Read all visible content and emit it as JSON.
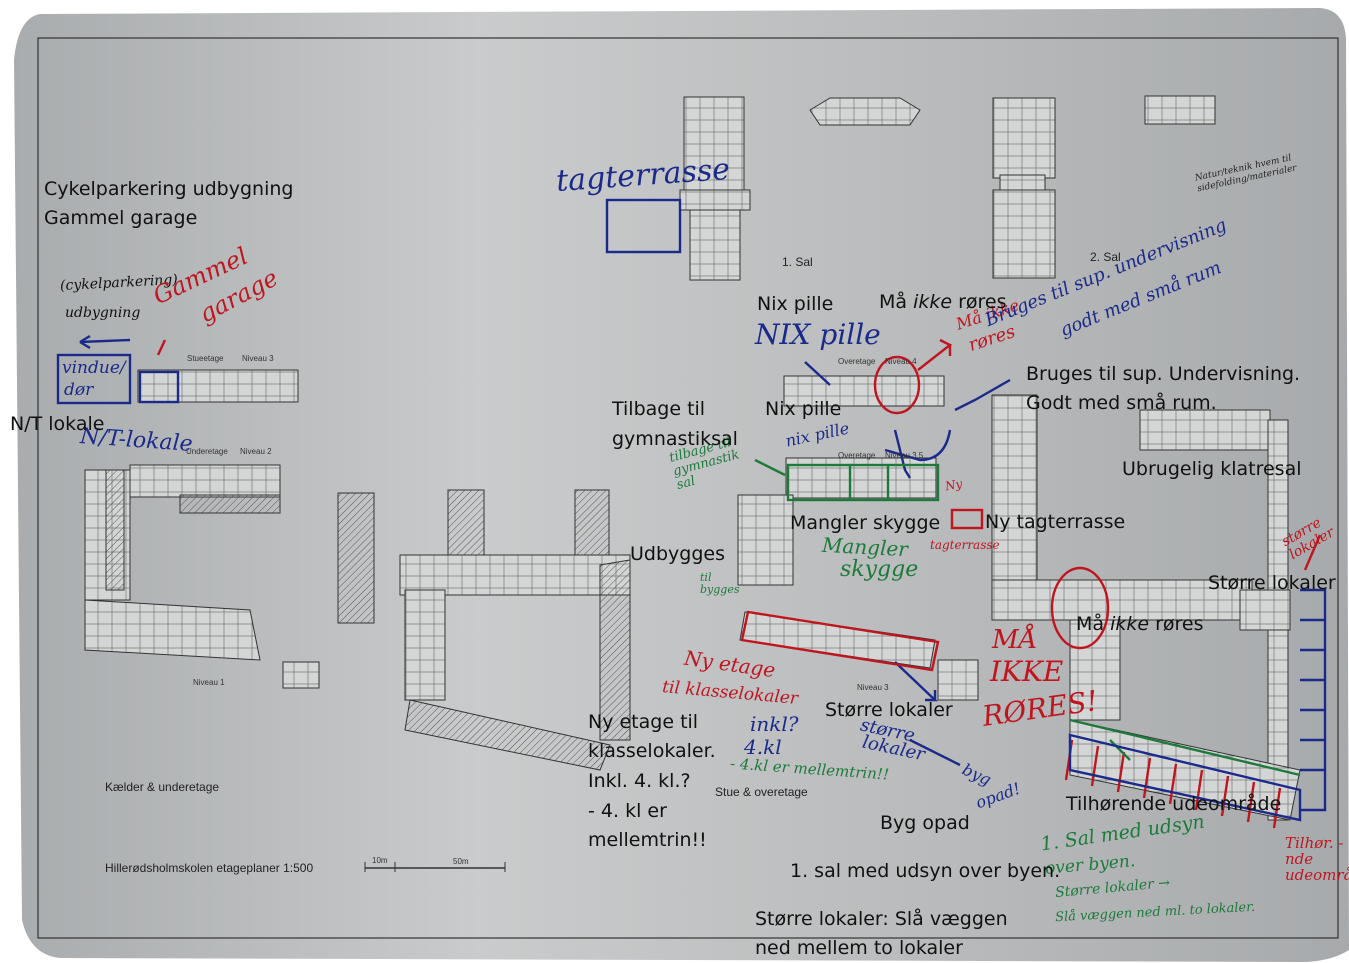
{
  "colors": {
    "paper": "#b9bcbd",
    "ink_blue": "#1a2a8a",
    "ink_red": "#c0151f",
    "ink_green": "#1c7a3a"
  },
  "plan": {
    "title_footer": "Hillerødsholmskolen etageplaner 1:500",
    "scale_10": "10m",
    "scale_50": "50m",
    "kaelder_label": "Kælder & underetage",
    "stue_label": "Stue & overetage",
    "sal1": "1. Sal",
    "sal2": "2. Sal",
    "stueetage": "Stueetage",
    "niveau3a": "Niveau 3",
    "underetage": "Underetage",
    "niveau2": "Niveau 2",
    "niveau1": "Niveau 1",
    "overetage": "Overetage",
    "niveau4": "Niveau 4",
    "overetage_b": "Overetage",
    "niveau35": "Niveau 3.5",
    "niveau3b": "Niveau 3"
  },
  "typed": {
    "cykel1": "Cykelparkering udbygning",
    "cykel2": "Gammel garage",
    "nt": "N/T lokale",
    "nix1": "Nix pille",
    "maa1_pre": "Må ",
    "maa1_em": "ikke",
    "maa1_post": " røres",
    "bruges1": "Bruges til sup. Undervisning.",
    "bruges2": "Godt med små rum.",
    "tilbage1": "Tilbage til",
    "tilbage2": "gymnastiksal",
    "nix2": "Nix pille",
    "ubrugelig": "Ubrugelig klatresal",
    "mangler": "Mangler skygge",
    "nytag": "Ny tagterrasse",
    "udbygges": "Udbygges",
    "stoerre1": "Større lokaler",
    "maa2_pre": "Må ",
    "maa2_em": "ikke",
    "maa2_post": " røres",
    "stoerre2": "Større lokaler",
    "nyetage1": "Ny etage til",
    "nyetage2": "klasselokaler.",
    "nyetage3": "Inkl. 4. kl.?",
    "nyetage4": "- 4. kl er",
    "nyetage5": "mellemtrin!!",
    "tilhoerende": "Tilhørende udeområde",
    "bygopad": "Byg opad",
    "sal_udsyn": "1. sal med udsyn over byen.",
    "stoerre3a": "Større lokaler: Slå væggen",
    "stoerre3b": "ned mellem to lokaler"
  },
  "hand": {
    "tagterrasse": "tagterrasse",
    "cykelparkering": "(cykelparkering)",
    "udbygning": "udbygning",
    "gammel": "Gammel",
    "garage": "garage",
    "vindue": "vindue/",
    "dor": "dør",
    "ntlokale": "N/T-lokale",
    "nixpille_big": "NIX pille",
    "maaikke_red": "Må ikke",
    "roeres_red": "røres",
    "bruges_hand1": "Bruges til sup. undervisning",
    "bruges_hand2": "godt med små rum",
    "nix_small": "nix pille",
    "tilbage_hand": "tilbage til gymnastik sal",
    "ny_red": "Ny",
    "tagterrasse_red": "tagterrasse",
    "mangler_hand": "Mangler",
    "skygge_hand": "skygge",
    "til_byg": "til bygges",
    "nyetage_red": "Ny etage",
    "klasse_red": "til klasselokaler",
    "inkl_hand": "inkl?",
    "kl_hand": "4.kl",
    "mellemtrin_hand": "- 4.kl er mellemtrin!!",
    "stoerre_hand1": "større",
    "stoerre_hand2": "lokaler",
    "byg_hand": "byg",
    "opad_hand": "opad!",
    "maa_big": "MÅ",
    "ikke_big": "IKKE",
    "roeres_big": "RØRES!",
    "sal_hand": "1. Sal med udsyn",
    "over_hand": "over byen.",
    "stoerre_hand3": "Større lokaler →",
    "slaa_hand": "Slå væggen ned ml. to lokaler.",
    "stoerre_side": "større lokaler",
    "tilhoer_side": "Tilhør. -nde udeområde",
    "note_top": "Natur/teknik hvem til sidefolding/materialer"
  }
}
